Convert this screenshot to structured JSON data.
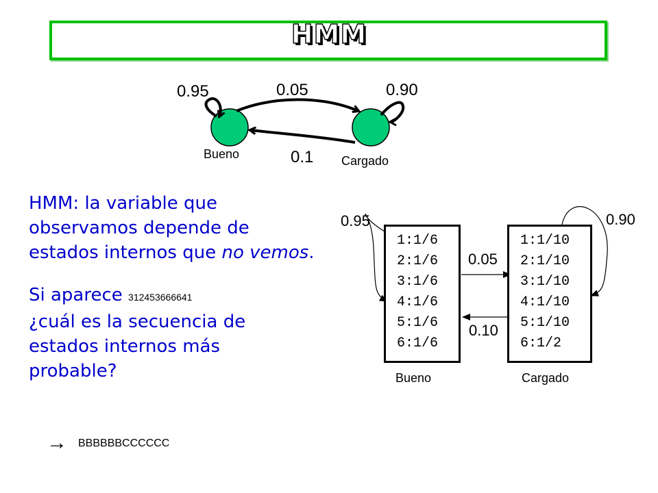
{
  "title": "HMM",
  "top_diagram": {
    "prob_self_bueno": "0.95",
    "prob_bueno_to_cargado": "0.05",
    "prob_self_cargado": "0.90",
    "prob_cargado_to_bueno": "0.1",
    "state_bueno": "Bueno",
    "state_cargado": "Cargado",
    "node_color": "#00cc77"
  },
  "left_text": {
    "line1": "HMM: la variable que",
    "line2": "observamos depende de",
    "line3a": "estados internos que ",
    "line3b": "no vemos",
    "line3c": ".",
    "line4a": "Si aparece ",
    "line4_seq": "312453666641",
    "line5": "¿cuál es la secuencia de",
    "line6": "estados internos más",
    "line7": "probable?",
    "text_color": "#0000cc"
  },
  "answer": {
    "arrow": "→",
    "sequence": "BBBBBBCCCCCC"
  },
  "bottom_diagram": {
    "bueno_self": "0.95",
    "cargado_self": "0.90",
    "bueno_to_cargado": "0.05",
    "cargado_to_bueno": "0.10",
    "bueno_rows": [
      "1:1/6",
      "2:1/6",
      "3:1/6",
      "4:1/6",
      "5:1/6",
      "6:1/6"
    ],
    "cargado_rows": [
      "1:1/10",
      "2:1/10",
      "3:1/10",
      "4:1/10",
      "5:1/10",
      "6:1/2"
    ],
    "bueno_label": "Bueno",
    "cargado_label": "Cargado"
  }
}
